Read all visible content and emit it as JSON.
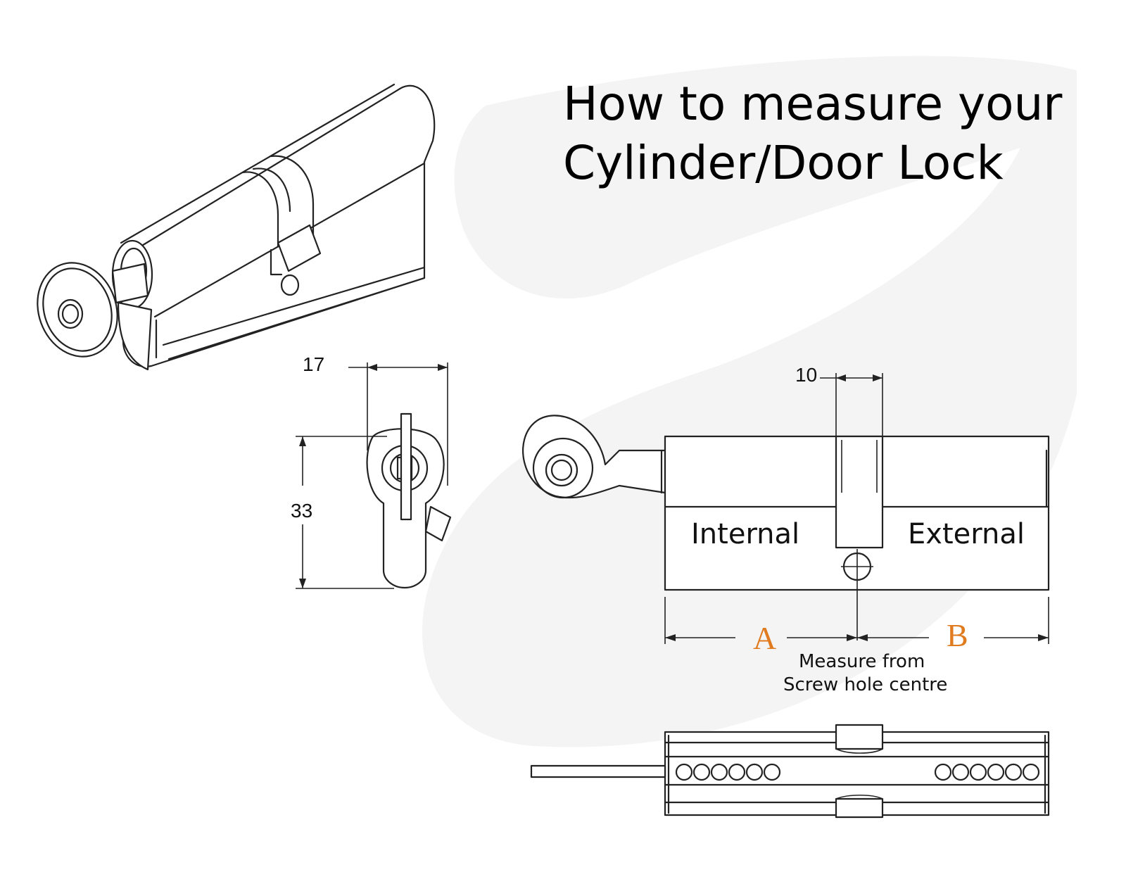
{
  "title": {
    "line1": "How to measure your",
    "line2": "Cylinder/Door Lock"
  },
  "dimensions": {
    "width_label": "17",
    "height_label": "33",
    "cam_label": "10"
  },
  "sides": {
    "internal": "Internal",
    "external": "External"
  },
  "measurements": {
    "a_label": "A",
    "b_label": "B",
    "note_line1": "Measure from",
    "note_line2": "Screw hole centre"
  },
  "colors": {
    "accent": "#e07b1f",
    "line": "#222222",
    "watermark": "#f3f3f3"
  }
}
